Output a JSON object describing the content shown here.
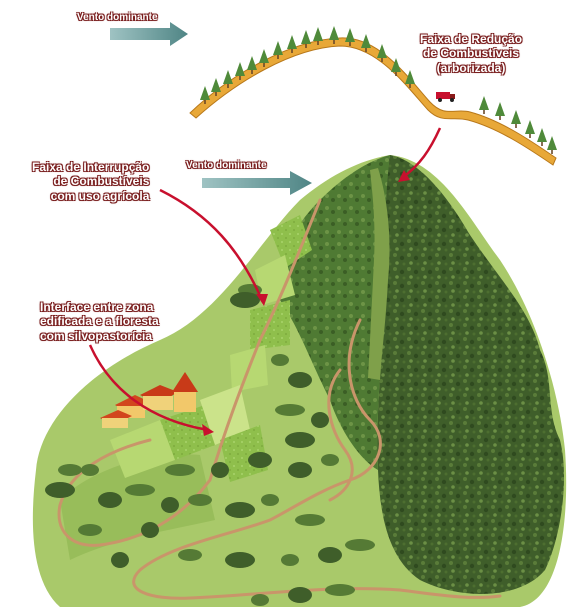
{
  "wind_top": "Vento dominante",
  "wind_middle": "Vento dominante",
  "label_reduction": [
    "Faixa de Redução",
    "de Combustíveis",
    "(arborizada)"
  ],
  "label_interruption": [
    "Faixa de Interrupção",
    "de Combustíveis",
    "com uso agrícola"
  ],
  "label_interface": [
    "Interface entre zona",
    "edificada e a floresta",
    "com silvopastorícia"
  ],
  "colors": {
    "arrow_red": "#c8102e",
    "wind_arrow": "#5c8f8f",
    "ridge": "#e8a838",
    "forest_dark": "#3f5e2a",
    "forest_light": "#6d8f3a",
    "field_green": "#9cc654",
    "path": "#c9956a",
    "roof": "#d2461e"
  }
}
